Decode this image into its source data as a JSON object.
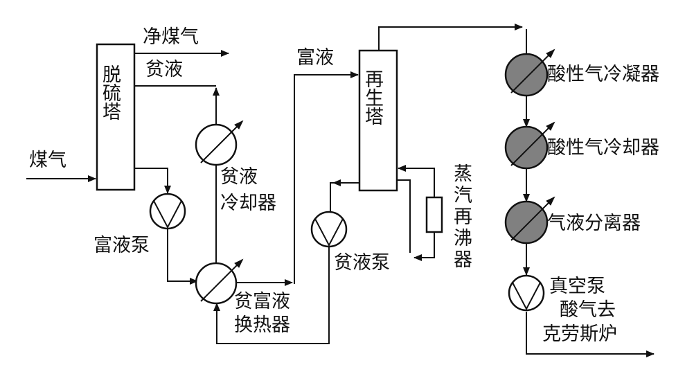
{
  "labels": {
    "clean_gas": "净煤气",
    "lean_out": "贫液",
    "coal_gas": "煤气",
    "desulfurization_tower": "脱硫塔",
    "rich_pump": "富液泵",
    "lean_cooler": "贫液冷却器",
    "heat_exchanger_1": "贫富液",
    "heat_exchanger_2": "换热器",
    "rich_liquid": "富液",
    "regeneration_tower": "再生塔",
    "lean_pump": "贫液泵",
    "steam_reboiler": "蒸汽再沸器",
    "acid_condenser": "酸性气冷凝器",
    "acid_cooler": "酸性气冷却器",
    "gas_liquid_separator": "气液分离器",
    "vacuum_pump": "真空泵",
    "acid_gas_to_1": "酸气去",
    "acid_gas_to_2": "克劳斯炉"
  },
  "colors": {
    "line": "#111111",
    "unit_fill_grey": "#808080",
    "background": "#ffffff"
  }
}
